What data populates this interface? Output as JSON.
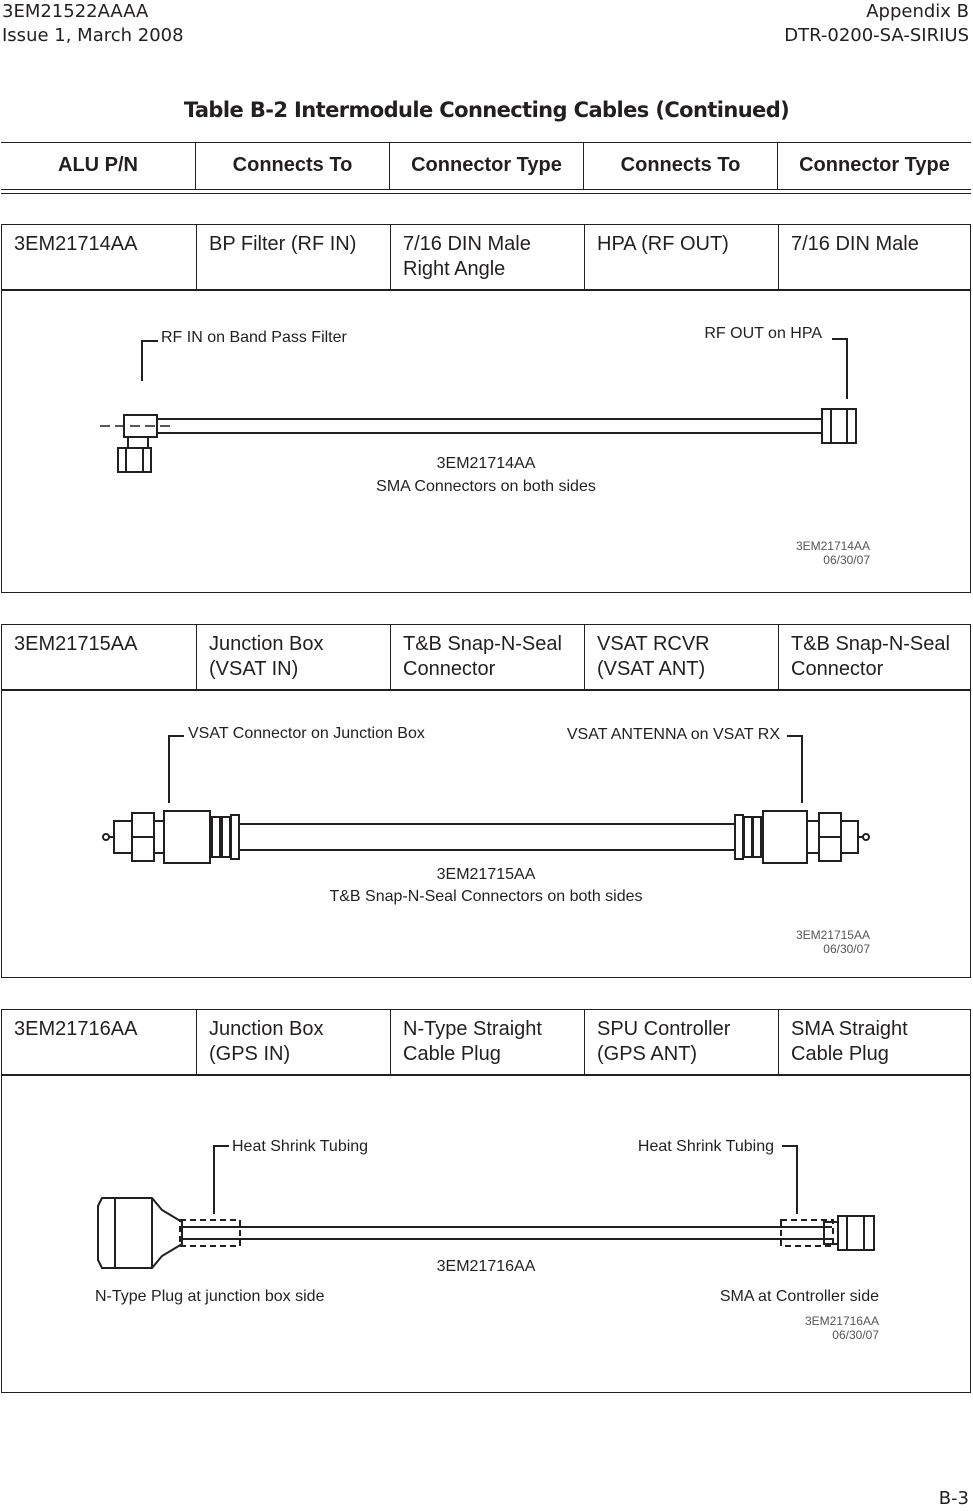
{
  "header": {
    "doc_number": "3EM21522AAAA",
    "issue": "Issue 1, March 2008",
    "appendix": "Appendix B",
    "doc_title": "DTR-0200-SA-SIRIUS"
  },
  "table_title": "Table B-2  Intermodule Connecting Cables  (Continued)",
  "columns": [
    "ALU P/N",
    "Connects To",
    "Connector Type",
    "Connects To",
    "Connector Type"
  ],
  "rows": [
    {
      "cells": [
        "3EM21714AA",
        "BP Filter (RF IN)",
        "7/16 DIN Male\nRight Angle",
        "HPA (RF OUT)",
        "7/16 DIN Male"
      ],
      "figure": {
        "left_label": "RF IN on Band Pass Filter",
        "right_label": "RF OUT on HPA",
        "center_line1": "3EM21714AA",
        "center_line2": "SMA Connectors on both sides",
        "stamp_id": "3EM21714AA",
        "stamp_date": "06/30/07"
      }
    },
    {
      "cells": [
        "3EM21715AA",
        "Junction Box\n(VSAT IN)",
        "T&B Snap-N-Seal\nConnector",
        "VSAT RCVR\n(VSAT ANT)",
        "T&B Snap-N-Seal\nConnector"
      ],
      "figure": {
        "left_label": "VSAT Connector on Junction Box",
        "right_label": "VSAT ANTENNA on VSAT RX",
        "center_line1": "3EM21715AA",
        "center_line2": "T&B Snap-N-Seal Connectors on both sides",
        "stamp_id": "3EM21715AA",
        "stamp_date": "06/30/07"
      }
    },
    {
      "cells": [
        "3EM21716AA",
        "Junction Box\n(GPS IN)",
        "N-Type Straight\nCable Plug",
        "SPU Controller\n(GPS ANT)",
        "SMA Straight\nCable Plug"
      ],
      "figure": {
        "left_label": "Heat Shrink Tubing",
        "right_label": "Heat Shrink Tubing",
        "center_line1": "3EM21716AA",
        "bottom_left": "N-Type Plug at junction box side",
        "bottom_right": "SMA at Controller side",
        "stamp_id": "3EM21716AA",
        "stamp_date": "06/30/07"
      }
    }
  ],
  "page_number": "B-3"
}
